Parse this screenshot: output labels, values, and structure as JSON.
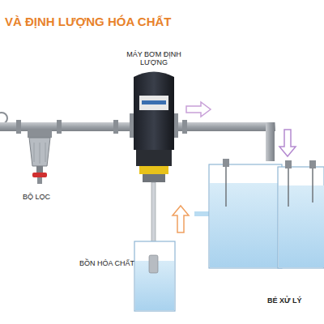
{
  "diagram": {
    "title": "VÀ ĐỊNH LƯỢNG HÓA CHẤT",
    "labels": [
      "MÁY BƠM ĐỊNH LƯỢNG",
      "BỘ LỌC",
      "BỒN HÓA CHẤT",
      "BÉ XỬ LÝ"
    ]
  }
}
